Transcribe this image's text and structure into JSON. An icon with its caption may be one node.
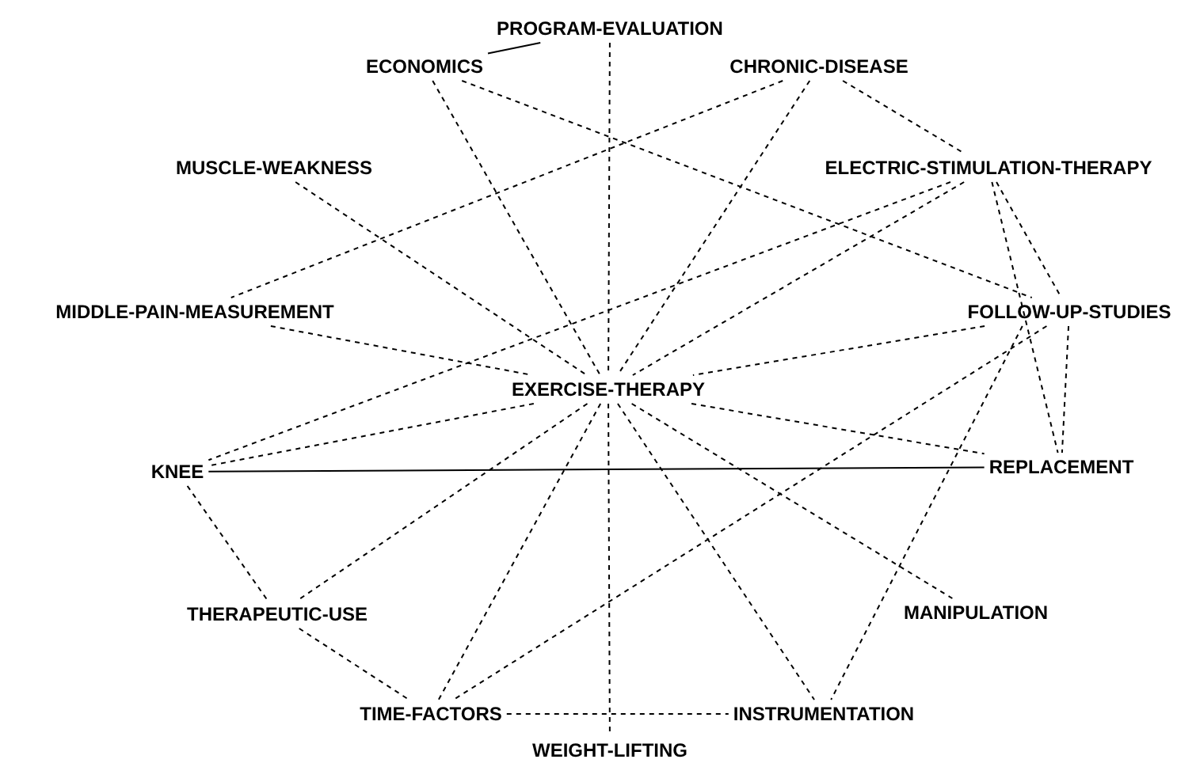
{
  "diagram": {
    "nodes": [
      {
        "text": [
          "PROGRAM-EVALUATION"
        ]
      },
      {
        "text": [
          "ECONOMICS"
        ]
      },
      {
        "text": [
          "CHRONIC-DISEASE"
        ]
      },
      {
        "text": [
          "MUSCLE-WEAKNESS"
        ]
      },
      {
        "text": [
          "ELECTRIC-STIMULATION-THERAPY"
        ]
      },
      {
        "text": [
          "MIDDLE-PAIN-MEASUREMENT"
        ]
      },
      {
        "text": [
          "FOLLOW-UP-STUDIES"
        ]
      },
      {
        "text": [
          "EXERCISE-THERAPY"
        ]
      },
      {
        "text": [
          "KNEE"
        ]
      },
      {
        "text": [
          "REPLACEMENT"
        ]
      },
      {
        "text": [
          "THERAPEUTIC-USE"
        ]
      },
      {
        "text": [
          "MANIPULATION"
        ]
      },
      {
        "text": [
          "TIME-FACTORS"
        ]
      },
      {
        "text": [
          "INSTRUMENTATION"
        ]
      },
      {
        "text": [
          "WEIGHT-LIFTING"
        ]
      }
    ],
    "edges": [
      {
        "from": 0,
        "to": 1,
        "arrow": "none"
      },
      {
        "from": 0,
        "to": 7,
        "arrow": "none",
        "style": "dashed"
      },
      {
        "from": 7,
        "to": 14,
        "arrow": "none",
        "style": "dashed"
      },
      {
        "from": 1,
        "to": 7,
        "arrow": "none",
        "style": "dashed"
      },
      {
        "from": 1,
        "to": 6,
        "arrow": "none",
        "style": "dashed"
      },
      {
        "from": 2,
        "to": 5,
        "arrow": "none",
        "style": "dashed"
      },
      {
        "from": 2,
        "to": 7,
        "arrow": "none",
        "style": "dashed"
      },
      {
        "from": 2,
        "to": 4,
        "arrow": "none",
        "style": "dashed"
      },
      {
        "from": 3,
        "to": 7,
        "arrow": "none",
        "style": "dashed"
      },
      {
        "from": 4,
        "to": 8,
        "arrow": "none",
        "style": "dashed"
      },
      {
        "from": 4,
        "to": 7,
        "arrow": "none",
        "style": "dashed"
      },
      {
        "from": 4,
        "to": 6,
        "arrow": "none",
        "style": "dashed"
      },
      {
        "from": 4,
        "to": 9,
        "arrow": "none",
        "style": "dashed"
      },
      {
        "from": 5,
        "to": 7,
        "arrow": "none",
        "style": "dashed"
      },
      {
        "from": 6,
        "to": 7,
        "arrow": "none",
        "style": "dashed"
      },
      {
        "from": 6,
        "to": 9,
        "arrow": "none",
        "style": "dashed"
      },
      {
        "from": 6,
        "to": 12,
        "arrow": "none",
        "style": "dashed"
      },
      {
        "from": 6,
        "to": 13,
        "arrow": "none",
        "style": "dashed"
      },
      {
        "from": 7,
        "to": 8,
        "arrow": "none",
        "style": "dashed"
      },
      {
        "from": 7,
        "to": 9,
        "arrow": "none",
        "style": "dashed"
      },
      {
        "from": 7,
        "to": 10,
        "arrow": "none",
        "style": "dashed"
      },
      {
        "from": 7,
        "to": 11,
        "arrow": "none",
        "style": "dashed"
      },
      {
        "from": 7,
        "to": 12,
        "arrow": "none",
        "style": "dashed"
      },
      {
        "from": 7,
        "to": 13,
        "arrow": "none",
        "style": "dashed"
      },
      {
        "from": 8,
        "to": 9,
        "arrow": "none"
      },
      {
        "from": 8,
        "to": 10,
        "arrow": "none",
        "style": "dashed"
      },
      {
        "from": 10,
        "to": 12,
        "arrow": "none",
        "style": "dashed"
      },
      {
        "from": 12,
        "to": 13,
        "arrow": "none",
        "style": "dashed"
      }
    ]
  }
}
